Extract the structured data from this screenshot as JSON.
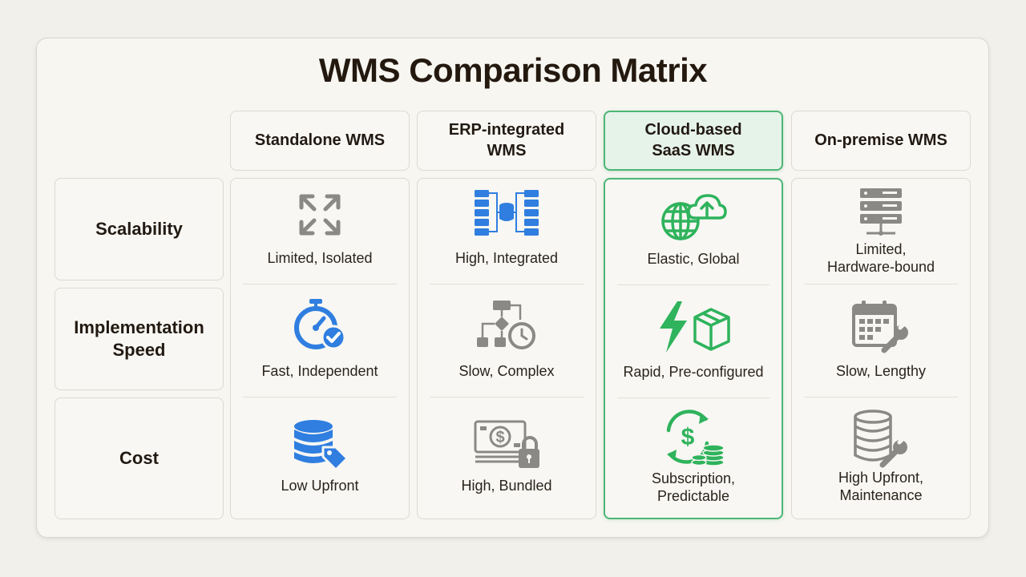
{
  "title": "WMS Comparison Matrix",
  "columns": [
    {
      "label": "Standalone WMS"
    },
    {
      "label": "ERP-integrated\nWMS"
    },
    {
      "label": "Cloud-based\nSaaS WMS",
      "highlighted": true
    },
    {
      "label": "On-premise WMS"
    }
  ],
  "rows": [
    {
      "label": "Scalability"
    },
    {
      "label": "Implementation\nSpeed"
    },
    {
      "label": "Cost"
    }
  ],
  "cells": [
    [
      {
        "text": "Limited, Isolated",
        "icon": "expand-arrows-icon"
      },
      {
        "text": "Fast, Independent",
        "icon": "stopwatch-check-icon"
      },
      {
        "text": "Low Upfront",
        "icon": "database-tag-icon"
      }
    ],
    [
      {
        "text": "High, Integrated",
        "icon": "network-servers-icon"
      },
      {
        "text": "Slow, Complex",
        "icon": "flowchart-clock-icon"
      },
      {
        "text": "High, Bundled",
        "icon": "money-lock-icon"
      }
    ],
    [
      {
        "text": "Elastic, Global",
        "icon": "globe-cloud-icon"
      },
      {
        "text": "Rapid, Pre-configured",
        "icon": "lightning-box-icon"
      },
      {
        "text": "Subscription,\nPredictable",
        "icon": "dollar-cycle-coins-icon"
      }
    ],
    [
      {
        "text": "Limited,\nHardware-bound",
        "icon": "server-rack-icon"
      },
      {
        "text": "Slow, Lengthy",
        "icon": "calendar-wrench-icon"
      },
      {
        "text": "High Upfront,\nMaintenance",
        "icon": "database-wrench-icon"
      }
    ]
  ],
  "colors": {
    "highlight_border": "#4cb675",
    "highlight_fill": "#e6f3e9",
    "blue": "#2f7ee0",
    "green": "#2fb35c",
    "gray": "#8a8986"
  }
}
